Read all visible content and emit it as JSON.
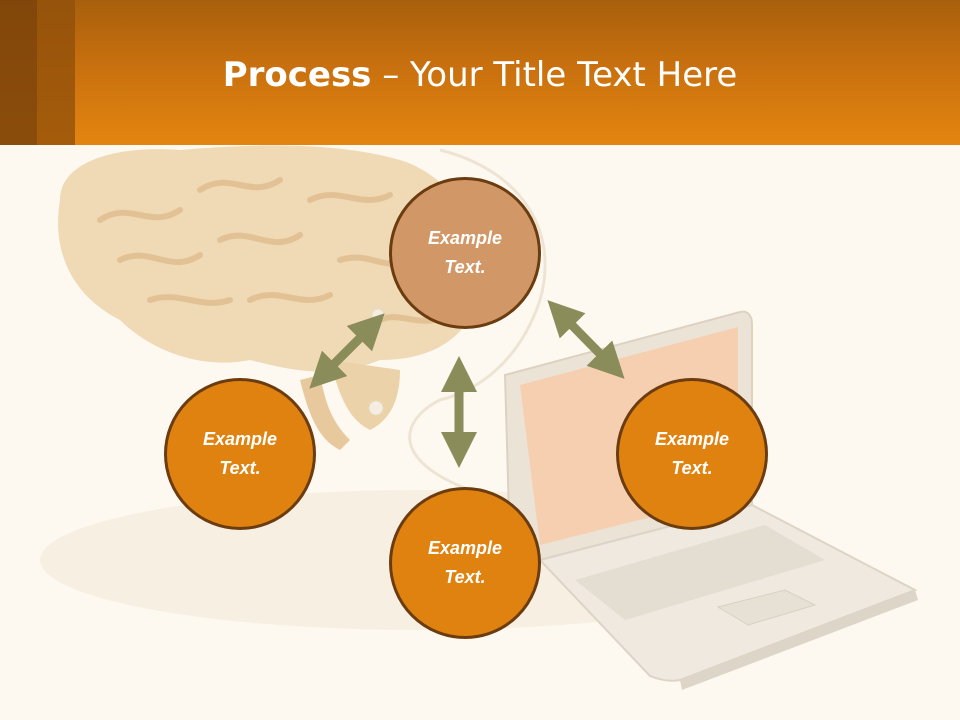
{
  "header": {
    "title_bold": "Process",
    "title_rest": " – Your Title Text Here"
  },
  "diagram": {
    "nodes": [
      {
        "id": "top",
        "text": "Example Text."
      },
      {
        "id": "left",
        "text": "Example Text."
      },
      {
        "id": "right",
        "text": "Example Text."
      },
      {
        "id": "bottom",
        "text": "Example Text."
      }
    ]
  },
  "colors": {
    "header": "#e3850f",
    "node_fill": "#e0820f",
    "node_fill_top": "#d29766",
    "node_border": "#6b3c0f",
    "arrow": "#8a8c5a",
    "background": "#fdf9f1"
  }
}
